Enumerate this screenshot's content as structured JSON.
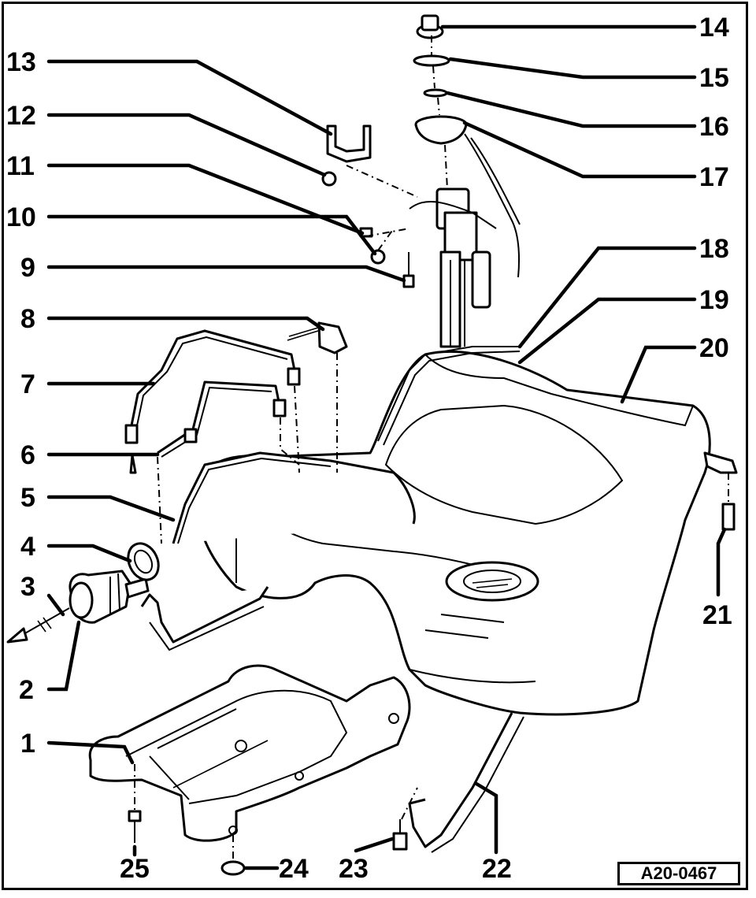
{
  "diagram": {
    "reference": "A20-0467",
    "callouts": [
      {
        "id": "1",
        "label": "1"
      },
      {
        "id": "2",
        "label": "2"
      },
      {
        "id": "3",
        "label": "3"
      },
      {
        "id": "4",
        "label": "4"
      },
      {
        "id": "5",
        "label": "5"
      },
      {
        "id": "6",
        "label": "6"
      },
      {
        "id": "7",
        "label": "7"
      },
      {
        "id": "8",
        "label": "8"
      },
      {
        "id": "9",
        "label": "9"
      },
      {
        "id": "10",
        "label": "10"
      },
      {
        "id": "11",
        "label": "11"
      },
      {
        "id": "12",
        "label": "12"
      },
      {
        "id": "13",
        "label": "13"
      },
      {
        "id": "14",
        "label": "14"
      },
      {
        "id": "15",
        "label": "15"
      },
      {
        "id": "16",
        "label": "16"
      },
      {
        "id": "17",
        "label": "17"
      },
      {
        "id": "18",
        "label": "18"
      },
      {
        "id": "19",
        "label": "19"
      },
      {
        "id": "20",
        "label": "20"
      },
      {
        "id": "21",
        "label": "21"
      },
      {
        "id": "22",
        "label": "22"
      },
      {
        "id": "23",
        "label": "23"
      },
      {
        "id": "24",
        "label": "24"
      },
      {
        "id": "25",
        "label": "25"
      }
    ]
  }
}
